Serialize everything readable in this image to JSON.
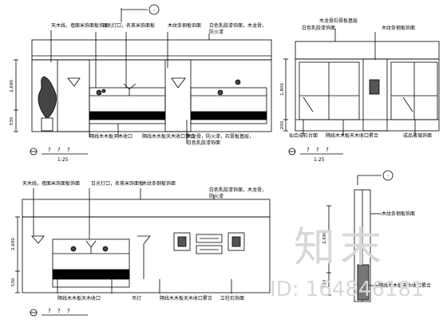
{
  "elevation_a": {
    "scale": "1:25",
    "callout": "-",
    "view_title_marks": [
      "?",
      "?",
      "?"
    ],
    "dimensions": [
      "2,690",
      "530"
    ],
    "labels_top": [
      "天木线，墙面米饰面板饰面",
      "日光灯口，名茶米饰面板",
      "木纹条钢板饰面",
      "白色乳胶漆饰面，木龙骨，",
      "防火漆"
    ],
    "labels_bottom": [
      "隔线木木板天木收口",
      "隔线木木板天木收口累合",
      "木龙骨，防火漆，石膏板基层，",
      "白色乳胶漆饰面"
    ]
  },
  "elevation_b": {
    "scale": "1:25",
    "view_title_marks": [
      "?",
      "?",
      "?"
    ],
    "dimensions": [
      "1,800",
      "200"
    ],
    "labels_top": [
      "木龙骨石膏板基层",
      "白色乳胶漆饰面",
      "木纹条钢板饰面"
    ],
    "labels_bottom": [
      "仙合成石台面",
      "隔线木木板天木收口累合",
      "成品玻璃饰面"
    ]
  },
  "elevation_c": {
    "view_title_marks": [
      "?",
      "?",
      "?"
    ],
    "dimensions": [
      "2,690",
      "530"
    ],
    "labels_top": [
      "天木线，墙面米饰面板饰面",
      "日光灯口，名茶米饰面板",
      "木纹条钢板饰面",
      "白色乳胶漆饰面，木龙骨，",
      "防火漆"
    ],
    "labels_bottom": [
      "隔线木木板天木收口",
      "吊灯",
      "隔线木木板天木收口累合",
      "立柱石饰面"
    ]
  },
  "section_d": {
    "callout": "-",
    "dimensions": [
      "2,690",
      "530"
    ],
    "labels": [
      "木纹条钢板饰面",
      "隔线木木板天木收口累合"
    ]
  },
  "watermark": {
    "logo_text": "知末",
    "id_text": "ID: 164846181"
  }
}
